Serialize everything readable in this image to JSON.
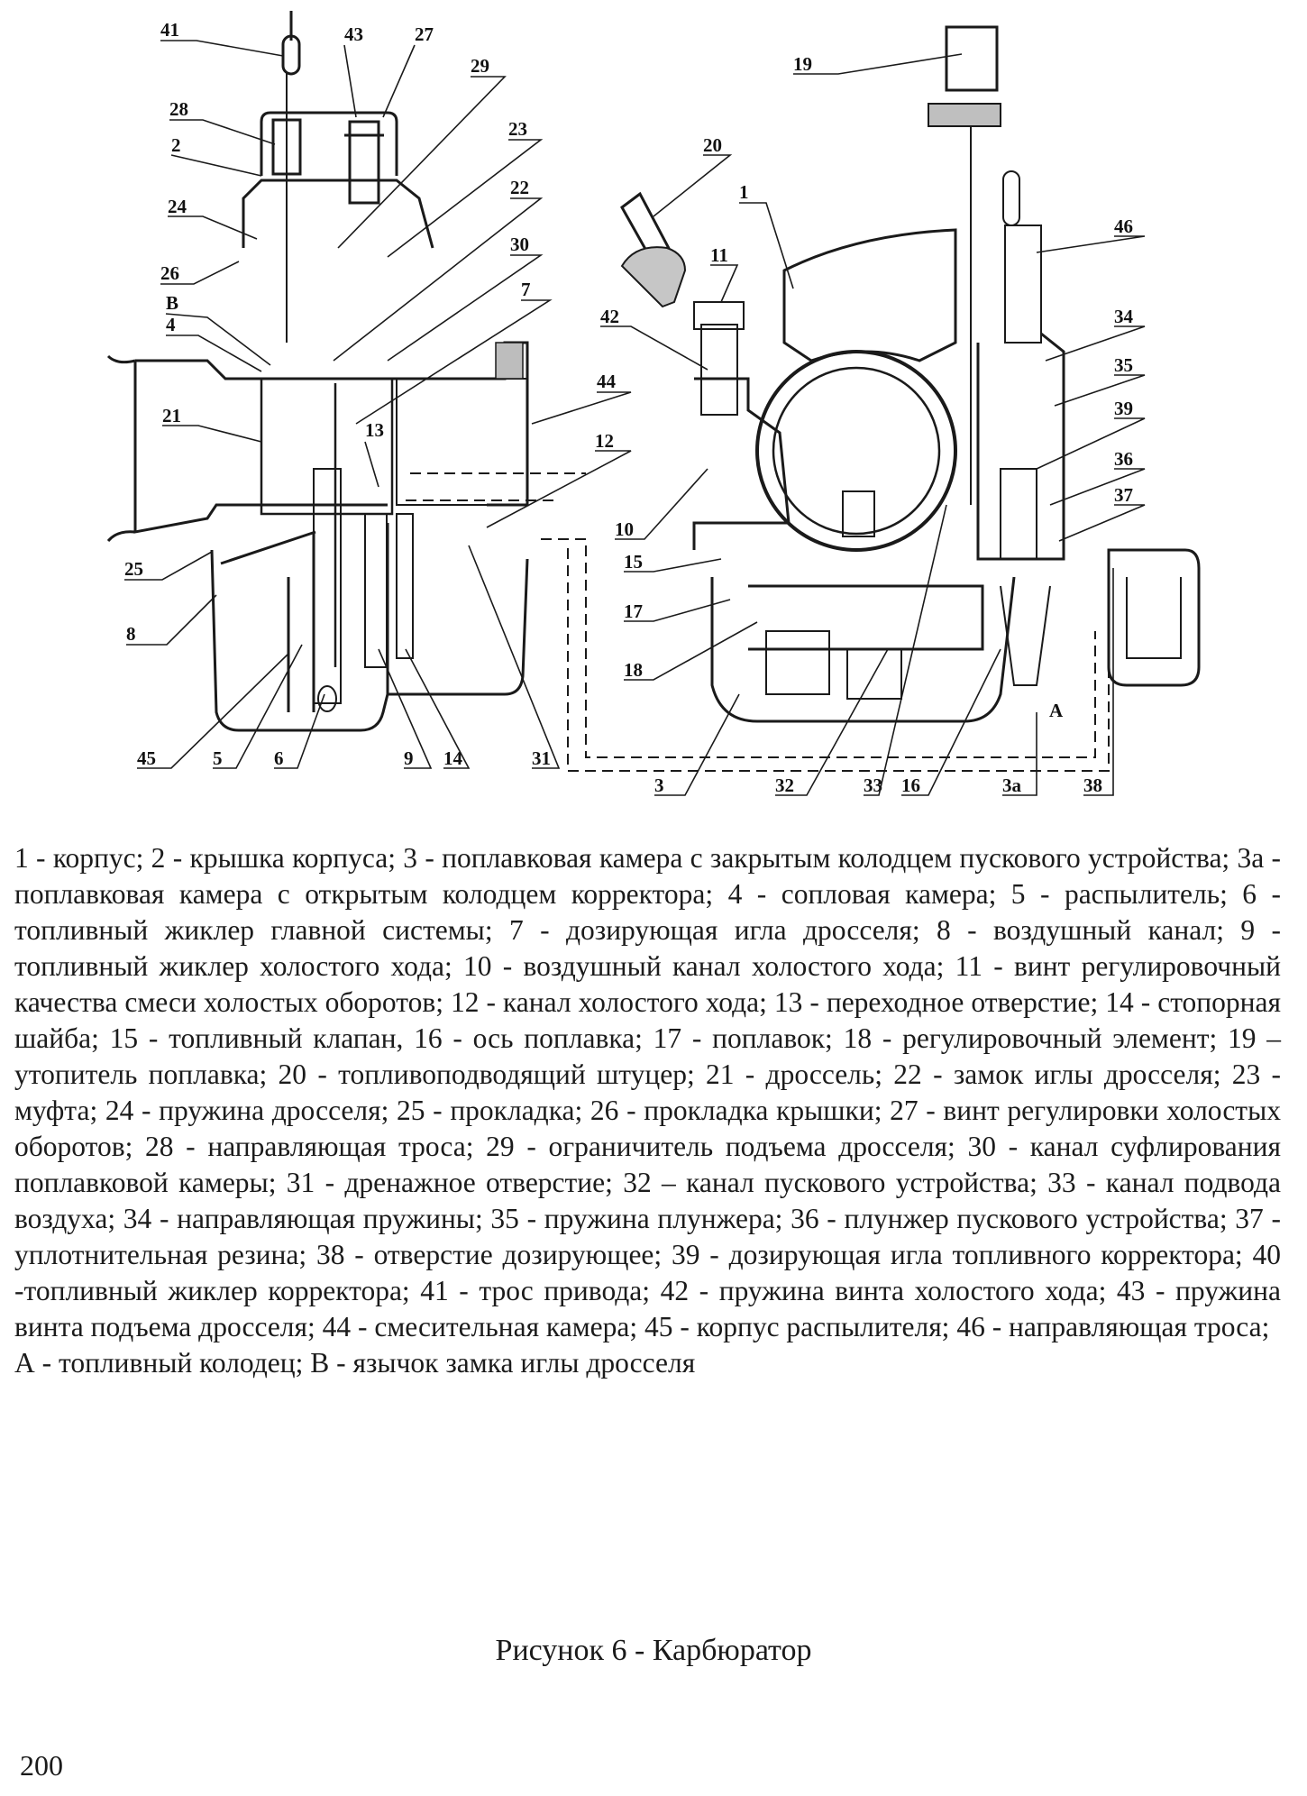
{
  "figure": {
    "callouts": [
      "41",
      "43",
      "27",
      "28",
      "29",
      "2",
      "23",
      "24",
      "22",
      "26",
      "30",
      "В",
      "7",
      "4",
      "44",
      "21",
      "13",
      "12",
      "25",
      "8",
      "45",
      "5",
      "6",
      "9",
      "14",
      "31",
      "19",
      "20",
      "1",
      "11",
      "46",
      "42",
      "34",
      "35",
      "39",
      "36",
      "37",
      "10",
      "15",
      "17",
      "18",
      "А",
      "3",
      "32",
      "33",
      "16",
      "3а",
      "38"
    ]
  },
  "legend": {
    "paragraph": "1 - корпус; 2 - крышка корпуса; 3 - поплавковая камера с закрытым колодцем пускового устройства; 3а - поплавковая камера с открытым колодцем корректора; 4 - сопловая камера; 5 - распылитель; 6 - топливный жиклер главной системы; 7 - дозирующая игла дросселя; 8 - воздушный канал; 9 - топливный жиклер холостого хода; 10 - воздушный канал холостого хода; 11 - винт регулировочный качества смеси холостых оборотов; 12 - канал холостого хода; 13 - переходное отверстие; 14 - стопорная шайба; 15 - топливный клапан, 16 - ось поплавка; 17 - поплавок; 18 - регулировочный элемент; 19 – утопитель поплавка; 20 - топливоподводящий штуцер; 21 - дроссель; 22 - замок иглы дросселя; 23 - муфта; 24 - пружина дросселя; 25 - прокладка; 26 - прокладка крышки; 27 - винт регулировки холостых оборотов; 28 - направляющая троса; 29 - ограничитель подъема дросселя; 30 - канал суфлирования поплавковой камеры; 31 - дренажное отверстие; 32 – канал пускового устройства; 33 - канал подвода воздуха; 34 - направляющая пружины; 35 - пружина плунжера; 36 - плунжер пускового устройства; 37 - уплотнительная резина; 38 - отверстие дозирующее; 39 - дозирующая игла топливного корректора; 40 -топливный жиклер корректора; 41 - трос привода; 42 - пружина винта холостого хода; 43 - пружина винта подъема дросселя; 44 - смесительная камера; 45 - корпус распылителя; 46 - направляющая троса;",
    "last_line": "А - топливный колодец; В - язычок замка иглы дросселя"
  },
  "caption": "Рисунок 6 - Карбюратор",
  "page_number": "200"
}
